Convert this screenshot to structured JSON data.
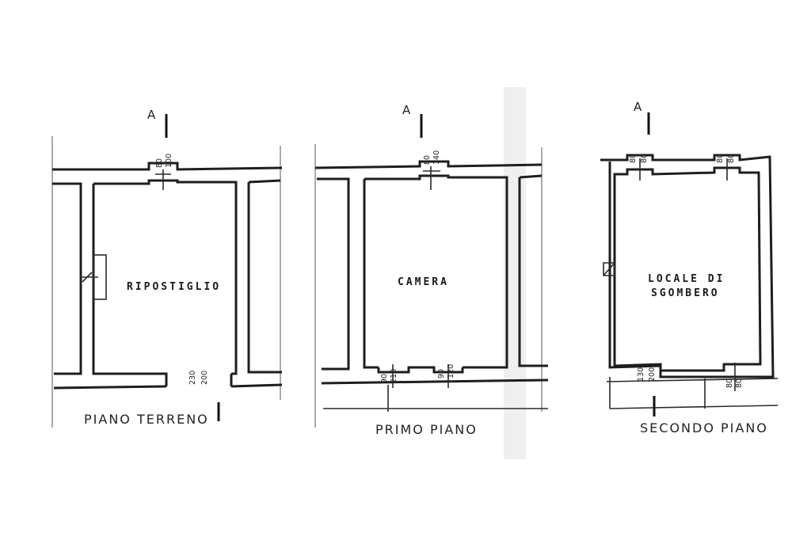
{
  "section_marker": "A",
  "plans": [
    {
      "floor_label": "PIANO TERRENO",
      "room_label": [
        "RIPOSTIGLIO"
      ],
      "top_window": [
        "80",
        "100"
      ],
      "bottom_opening": [
        "230",
        "200"
      ]
    },
    {
      "floor_label": "PRIMO PIANO",
      "room_label": [
        "CAMERA"
      ],
      "top_window": [
        "80",
        "140"
      ],
      "bottom_left_window": [
        "90",
        "210"
      ],
      "bottom_right_window": [
        "90",
        "120"
      ]
    },
    {
      "floor_label": "SECONDO PIANO",
      "room_label": [
        "LOCALE DI",
        "SGOMBERO"
      ],
      "top_left_window": [
        "80",
        "80"
      ],
      "top_right_window": [
        "80",
        "80"
      ],
      "bottom_left_window": [
        "130",
        "200"
      ],
      "bottom_right_window": [
        "80",
        "80"
      ]
    }
  ]
}
